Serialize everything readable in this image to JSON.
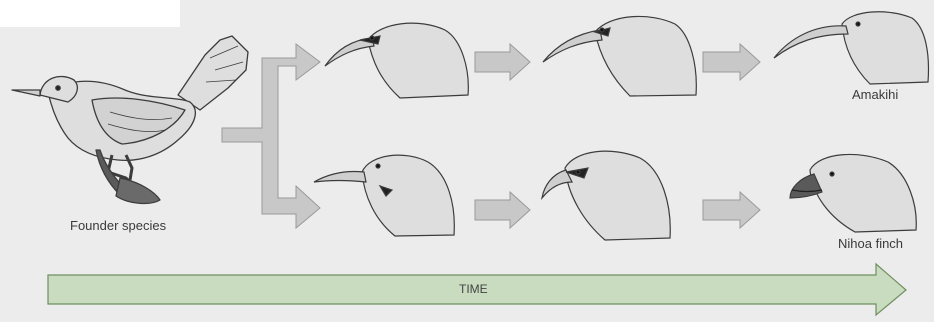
{
  "labels": {
    "founder": "Founder species",
    "amakihi": "Amakihi",
    "nihoa": "Nihoa finch",
    "time": "TIME"
  },
  "colors": {
    "background": "#ececec",
    "gray_arrow": "#c8c8c8",
    "gray_arrow_stroke": "#9a9a9a",
    "time_arrow_fill": "#c9dcbf",
    "time_arrow_stroke": "#6f8f60",
    "bird_fill": "#dedede",
    "bird_stroke": "#3c3c3c"
  }
}
